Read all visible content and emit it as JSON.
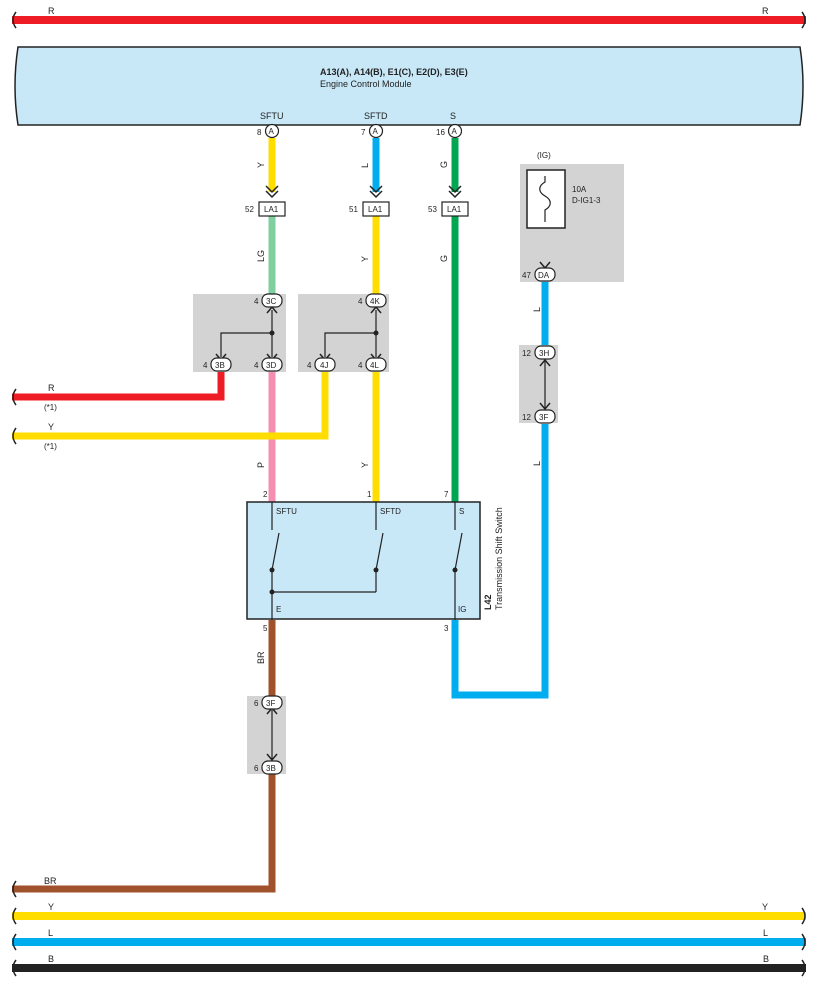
{
  "ecm": {
    "connectors_line": "A13(A), A14(B), E1(C), E2(D), E3(E)",
    "name": "Engine Control Module",
    "pins": [
      {
        "signal": "SFTU",
        "pin": "8",
        "connector": "A"
      },
      {
        "signal": "SFTD",
        "pin": "7",
        "connector": "A"
      },
      {
        "signal": "S",
        "pin": "16",
        "connector": "A"
      }
    ]
  },
  "bus_top": {
    "color_code": "R",
    "color": "#ee1c25"
  },
  "buses_bottom": [
    {
      "code_left": "BR",
      "code_right": "",
      "color": "#a0522d"
    },
    {
      "code_left": "Y",
      "code_right": "Y",
      "color": "#ffdd00"
    },
    {
      "code_left": "L",
      "code_right": "L",
      "color": "#00aeef"
    },
    {
      "code_left": "B",
      "code_right": "B",
      "color": "#222222"
    }
  ],
  "wire_colors": {
    "Y": "#ffdd00",
    "L": "#00aeef",
    "G": "#00a651",
    "LG": "#7fcf9f",
    "P": "#f48fb1",
    "R": "#ee1c25",
    "BR": "#a0522d"
  },
  "wire_codes": {
    "sftu_top": "Y",
    "sftd_top": "L",
    "s_top": "G",
    "sftu_mid": "LG",
    "sftd_mid": "Y",
    "s_mid": "G",
    "sftu_low": "P",
    "sftd_low": "Y",
    "ground": "BR",
    "ig_top": "L",
    "ig_low": "L"
  },
  "la1_pins": [
    "52",
    "51",
    "53"
  ],
  "la1_label": "LA1",
  "junctions": {
    "j3c": {
      "pin": "4",
      "label": "3C"
    },
    "j3d": {
      "pin": "4",
      "label": "3D"
    },
    "j3b": {
      "pin": "4",
      "label": "3B"
    },
    "j4k": {
      "pin": "4",
      "label": "4K"
    },
    "j4l": {
      "pin": "4",
      "label": "4L"
    },
    "j4j": {
      "pin": "4",
      "label": "4J"
    },
    "j3f_ground": {
      "pin": "6",
      "label": "3F"
    },
    "j3b_ground": {
      "pin": "6",
      "label": "3B"
    },
    "j3h": {
      "pin": "12",
      "label": "3H"
    },
    "j3f_ig": {
      "pin": "12",
      "label": "3F"
    },
    "jda": {
      "pin": "47",
      "label": "DA"
    }
  },
  "side_wires": [
    {
      "code": "R",
      "note": "(*1)"
    },
    {
      "code": "Y",
      "note": "(*1)"
    }
  ],
  "fuse": {
    "state": "(IG)",
    "rating": "10A",
    "name": "D-IG1-3"
  },
  "switch": {
    "code": "L42",
    "name": "Transmission Shift Switch",
    "terminals": {
      "sftu": "SFTU",
      "sftd": "SFTD",
      "s": "S",
      "e": "E",
      "ig": "IG"
    },
    "pins": {
      "sftu": "2",
      "sftd": "1",
      "s": "7",
      "e": "5",
      "ig": "3"
    }
  }
}
